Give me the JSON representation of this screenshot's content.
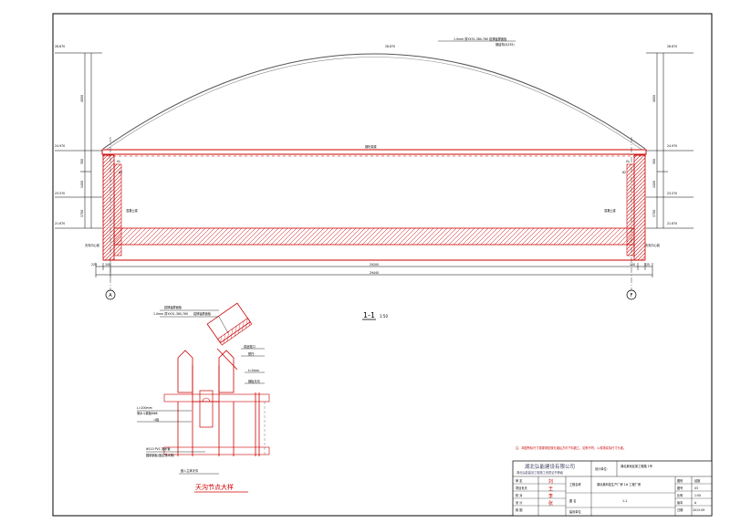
{
  "elevations": {
    "top": "28.870",
    "eave": "24.970",
    "mid": "23.570",
    "bottom": "21.670"
  },
  "dims": {
    "upper": "4000",
    "eave": "300",
    "mid_a": "1400",
    "mid_b": "1700"
  },
  "labels": {
    "roof_sheet_spec": "1.0mm 厚YX51-380-760 铝镁锰屋面板",
    "roof_sheet_lower": "钢结构(Q235)",
    "roof_span_note": "钢桁架梁",
    "left_wall": "混凝土梁",
    "right_wall": "混凝土梁",
    "axis_note_left": "天沟中心线",
    "axis_note_right": "天沟中心线",
    "left_tag": "GL",
    "right_tag": "GL",
    "h62": "62"
  },
  "span": {
    "left_end": "225",
    "left_inner": "100",
    "middle": "29200",
    "right_inner": "100",
    "right_end": "225",
    "total": "29440"
  },
  "axes": {
    "left": "A",
    "right": "F"
  },
  "section": {
    "label": "1-1",
    "scale": "1:50"
  },
  "detail": {
    "title": "天沟节点大样",
    "callout_top1": "铝镁锰屋面板",
    "callout_top2": "1.0mm 厚YX51-380-760",
    "callout_top3": "铝镁锰屋面板",
    "callout_right1": "成品檐口",
    "callout_right2": "檩托",
    "callout_right3": "t=5mm",
    "callout_right4": "钢板天沟",
    "callout_left1": "L=200mm",
    "callout_left2": "落水斗钢板6Φ8",
    "callout_left3": "斗板",
    "callout_bot1": "Φ110 PVC 落水管",
    "callout_bot2": "圆钢钢板(固定落水管)",
    "callout_bot3": "嵌入主体天沟"
  },
  "note": "注：本图所标尺寸需现场复核无误后方可下料施工，如有不符，以现场实际尺寸为准。",
  "title_block": {
    "company": "湖北弘能建设有限公司",
    "company_sub": "湖北弘能建设工程施工资质证书等级",
    "project_label": "工程名称",
    "project_name": "湖北某科技生产厂房 1# 工程厂房",
    "drawing_label": "图 名",
    "drawing_name": "1-1",
    "design_unit_label": "设计单位:",
    "contact": "湖北某地区某工程路 1号",
    "role_1": "审 定",
    "role_2": "项目负责",
    "role_3": "校 对",
    "role_4": "设 计",
    "role_5": "制 图",
    "sign_1": "刘",
    "sign_2": "王",
    "sign_3": "李",
    "sign_4": "张",
    "field_1": "图别",
    "val_1": "结施",
    "field_2": "图号",
    "val_2": "03",
    "field_3": "比例",
    "val_3": "1:50",
    "field_4": "版本",
    "val_4": "A",
    "field_5": "日期",
    "val_5": "2015.09",
    "construct_label": "建设单位"
  }
}
